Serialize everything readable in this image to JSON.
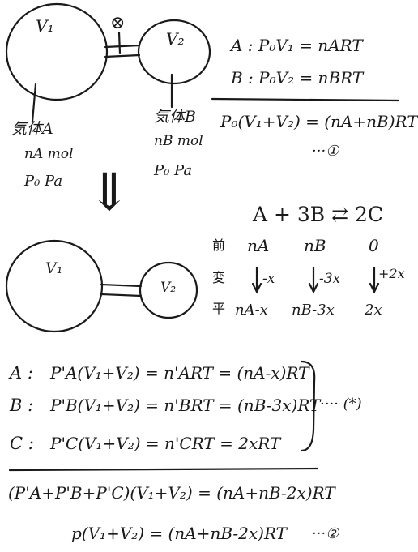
{
  "top": {
    "vessel_left": {
      "volume": "V₁"
    },
    "vessel_right": {
      "volume": "V₂"
    },
    "valve_symbol": "⊗",
    "gas_a": {
      "name": "気体A",
      "amount": "nA mol",
      "pressure": "P₀ Pa"
    },
    "gas_b": {
      "name": "気体B",
      "amount": "nB mol",
      "pressure": "P₀ Pa"
    },
    "eq_a": "A : P₀V₁ = nART",
    "eq_b": "B : P₀V₂ = nBRT",
    "eq_sum": "P₀(V₁+V₂) = (nA+nB)RT",
    "eq_sum_tag": "···①"
  },
  "arrow": "⇓",
  "reaction": {
    "equation": "A + 3B ⇄ 2C",
    "row_labels": [
      "前",
      "変",
      "平"
    ],
    "before": [
      "nA",
      "nB",
      "0"
    ],
    "change": [
      "-x",
      "-3x",
      "+2x"
    ],
    "equilibrium": [
      "nA-x",
      "nB-3x",
      "2x"
    ]
  },
  "bottom": {
    "vessel_left": {
      "volume": "V₁"
    },
    "vessel_right": {
      "volume": "V₂"
    }
  },
  "equilibrium_eqs": [
    {
      "label": "A :",
      "eq": "P'A(V₁+V₂) = n'ART = (nA-x)RT"
    },
    {
      "label": "B :",
      "eq": "P'B(V₁+V₂) = n'BRT = (nB-3x)RT"
    },
    {
      "label": "C :",
      "eq": "P'C(V₁+V₂) = n'CRT = 2xRT"
    }
  ],
  "equilibrium_tag": "···· (*)",
  "sum_eq": "(P'A+P'B+P'C)(V₁+V₂) = (nA+nB-2x)RT",
  "final_eq": "p(V₁+V₂) = (nA+nB-2x)RT",
  "final_tag": "···②"
}
